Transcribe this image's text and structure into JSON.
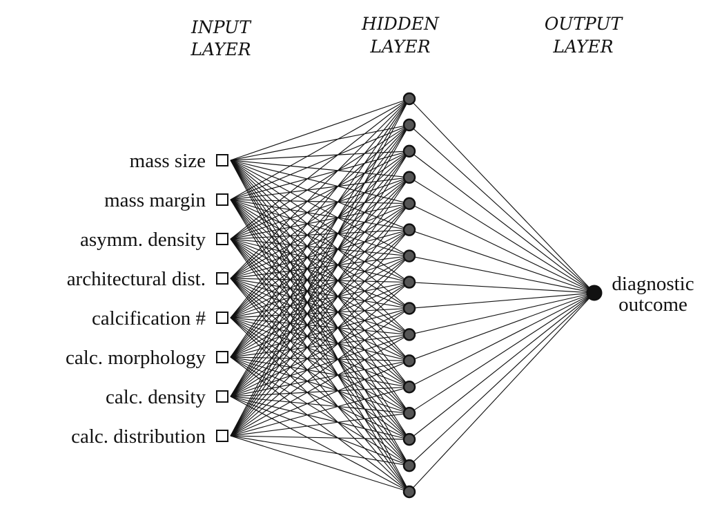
{
  "layers": {
    "input": {
      "title_lines": [
        "INPUT",
        "LAYER"
      ],
      "nodes": [
        "mass size",
        "mass margin",
        "asymm. density",
        "architectural dist.",
        "calcification #",
        "calc. morphology",
        "calc. density",
        "calc. distribution"
      ]
    },
    "hidden": {
      "title_lines": [
        "HIDDEN",
        "LAYER"
      ],
      "node_count": 16
    },
    "output": {
      "title_lines": [
        "OUTPUT",
        "LAYER"
      ],
      "nodes": [
        {
          "label_lines": [
            "diagnostic",
            "outcome"
          ]
        }
      ]
    }
  },
  "connectivity": "fully-connected"
}
